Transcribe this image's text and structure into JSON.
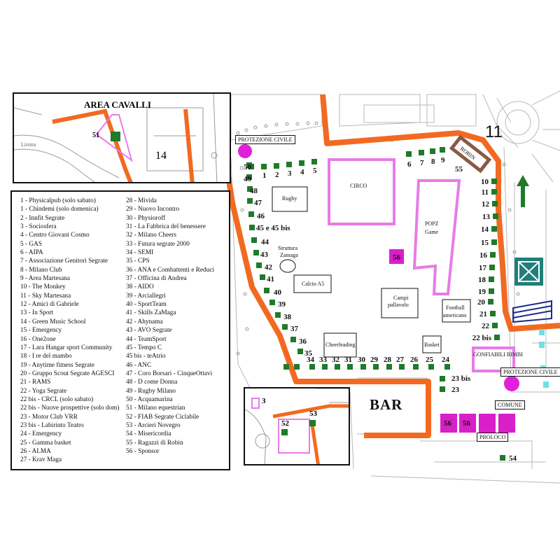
{
  "insets": {
    "area_cavalli": {
      "title": "AREA CAVALLI",
      "number": "14",
      "stall": "51",
      "street": "Lirona"
    },
    "bar_area": {
      "stalls": [
        "52",
        "53",
        "3"
      ]
    }
  },
  "labels": {
    "protezione_civile_1": "PROTEZIONE CIVILE",
    "protezione_civile_2": "PROTEZIONE CIVILE",
    "comune": "COMUNE",
    "proloco": "PROLOCO",
    "bar": "BAR",
    "gonfiabili": "GONFIABILI BIMBI",
    "robin": "ROBIN",
    "circo": "CIRCO",
    "popz_line1": "POPZ",
    "popz_line2": "Game",
    "rugby": "Rugby",
    "struttura_line1": "Struttura",
    "struttura_line2": "Zamaga",
    "calcio": "Calcio A5",
    "campi_line1": "Campi",
    "campi_line2": "pallavolo",
    "football_line1": "Football",
    "football_line2": "americano",
    "cheerleading": "Cheerleading",
    "basket": "Basket",
    "gate_number": "11",
    "sponsor_center": "56",
    "sponsor_1": "56",
    "sponsor_2": "56"
  },
  "stalls": {
    "top_left": [
      "1",
      "2",
      "3",
      "4",
      "5"
    ],
    "top_right": [
      "6",
      "7",
      "8",
      "9"
    ],
    "robin_number": "55",
    "left_column": [
      "50",
      "49",
      "48",
      "47",
      "46",
      "45 e 45 bis",
      "44",
      "43",
      "42",
      "41",
      "40",
      "39",
      "38",
      "37",
      "36",
      "35"
    ],
    "bottom_row": [
      "34",
      "33",
      "32",
      "31",
      "30",
      "29",
      "28",
      "27",
      "26",
      "25",
      "24"
    ],
    "right_column": [
      "10",
      "11",
      "12",
      "13",
      "14",
      "15",
      "16",
      "17",
      "18",
      "19",
      "20",
      "21",
      "22",
      "22 bis"
    ],
    "lower_right": [
      "23 bis",
      "23"
    ],
    "bottom_right": "54"
  },
  "legend": {
    "left": [
      "1 - Physicalpub (solo sabato)",
      "1 - Chindemi (solo domenica)",
      "2 - Innfit Segrate",
      "3 - Sociosfera",
      "4 - Centro Giovani Cosmo",
      "5 - GAS",
      "6 - AIPA",
      "7 - Associazione Genitori Segrate",
      "8 - Milano Club",
      "9 - Area Martesana",
      "10 - The Monkey",
      "11 - Sky Martesana",
      "12 - Amici di Gabriele",
      "13 - In Sport",
      "14 - Green Music School",
      "15 - Emergency",
      "16 - One2one",
      "17 - Lara Hangar sport Community",
      "18 - I re del mambo",
      "19 - Anytime fitness Segrate",
      "20 - Gruppo Scout Segrate AGESCI",
      "21 - RAMS",
      "22 - Yoga Segrate",
      "22 bis - CRCL (solo sabato)",
      "22 bis - Nuove prospettive (solo dom)",
      "23 - Motor Club VRR",
      "23 bis - Labirinto Teatro",
      "24 - Emergency",
      "25 - Gamma basket",
      "26 - ALMA",
      "27 - Krav Maga"
    ],
    "right": [
      "28 - Mivida",
      "29 - Nuovo Incontro",
      "30 - Physioroff",
      "31 - La Fabbrica del benessere",
      "32 - Milano Cheers",
      "33 - Futura segrate 2000",
      "34 - SEMI",
      "35 - CPS",
      "36 - ANA e Combattenti e Reduci",
      "37 - Officina di Andrea",
      "38 - AIDO",
      "39 - Arciallegri",
      "40 - SportTeam",
      "41 - Skills ZaMaga",
      "42 - Ahynama",
      "43 - AVO Segrate",
      "44 - TeamSport",
      "45 - Tempo C",
      "45 bis - teAtrio",
      "46 - ANC",
      "47 - Coro Borsari - CinqueOttavi",
      "48 - D come Donna",
      "49 - Rugby Milano",
      "50 - Acquamarina",
      "51 - Milano equestrian",
      "52 - FIAB Segrate Ciclabile",
      "53 - Arcieri Novegro",
      "54 - Misericordia",
      "55 - Ragazzi di Robin",
      "56 - Sponsor"
    ]
  },
  "colors": {
    "route": "#f26a21",
    "stall": "#1f7a2a",
    "zone": "#e77be6",
    "sponsor": "#d81fc8",
    "protezione": "#e020d8",
    "robin": "#8a5a44",
    "teal": "#1f7f7a",
    "navy": "#1c2a8a",
    "cyan": "#6fe0e6"
  }
}
